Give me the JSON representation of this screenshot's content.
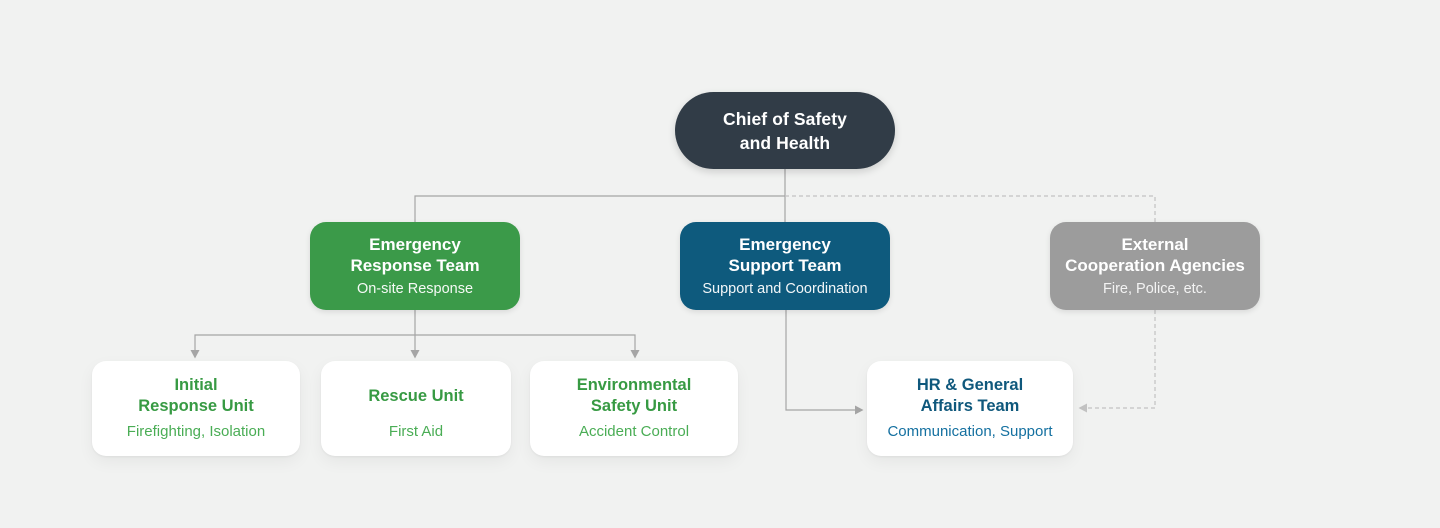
{
  "colors": {
    "background": "#f1f2f1",
    "chief_bg": "#313c47",
    "green_bg": "#3b9a49",
    "blue_bg": "#0e5a7d",
    "gray_bg": "#9c9c9c",
    "card_bg": "#ffffff",
    "green_title": "#379a43",
    "green_subtitle": "#4aad55",
    "blue_title": "#0f587c",
    "blue_subtitle": "#1470a0",
    "connector_solid": "#a5a5a5",
    "connector_dashed": "#c2c2c2"
  },
  "org_chart": {
    "chief": {
      "title": "Chief of Safety\nand Health"
    },
    "teams": [
      {
        "id": "emergency-response-team",
        "title": "Emergency\nResponse Team",
        "subtitle": "On-site Response"
      },
      {
        "id": "emergency-support-team",
        "title": "Emergency\nSupport Team",
        "subtitle": "Support and Coordination"
      },
      {
        "id": "external-cooperation-agencies",
        "title": "External\nCooperation Agencies",
        "subtitle": "Fire, Police, etc."
      }
    ],
    "units": [
      {
        "id": "initial-response-unit",
        "title": "Initial\nResponse Unit",
        "subtitle": "Firefighting, Isolation"
      },
      {
        "id": "rescue-unit",
        "title": "Rescue Unit",
        "subtitle": "First Aid"
      },
      {
        "id": "environmental-safety-unit",
        "title": "Environmental\nSafety Unit",
        "subtitle": "Accident Control"
      },
      {
        "id": "hr-general-affairs-team",
        "title": "HR & General\nAffairs Team",
        "subtitle": "Communication, Support"
      }
    ]
  }
}
